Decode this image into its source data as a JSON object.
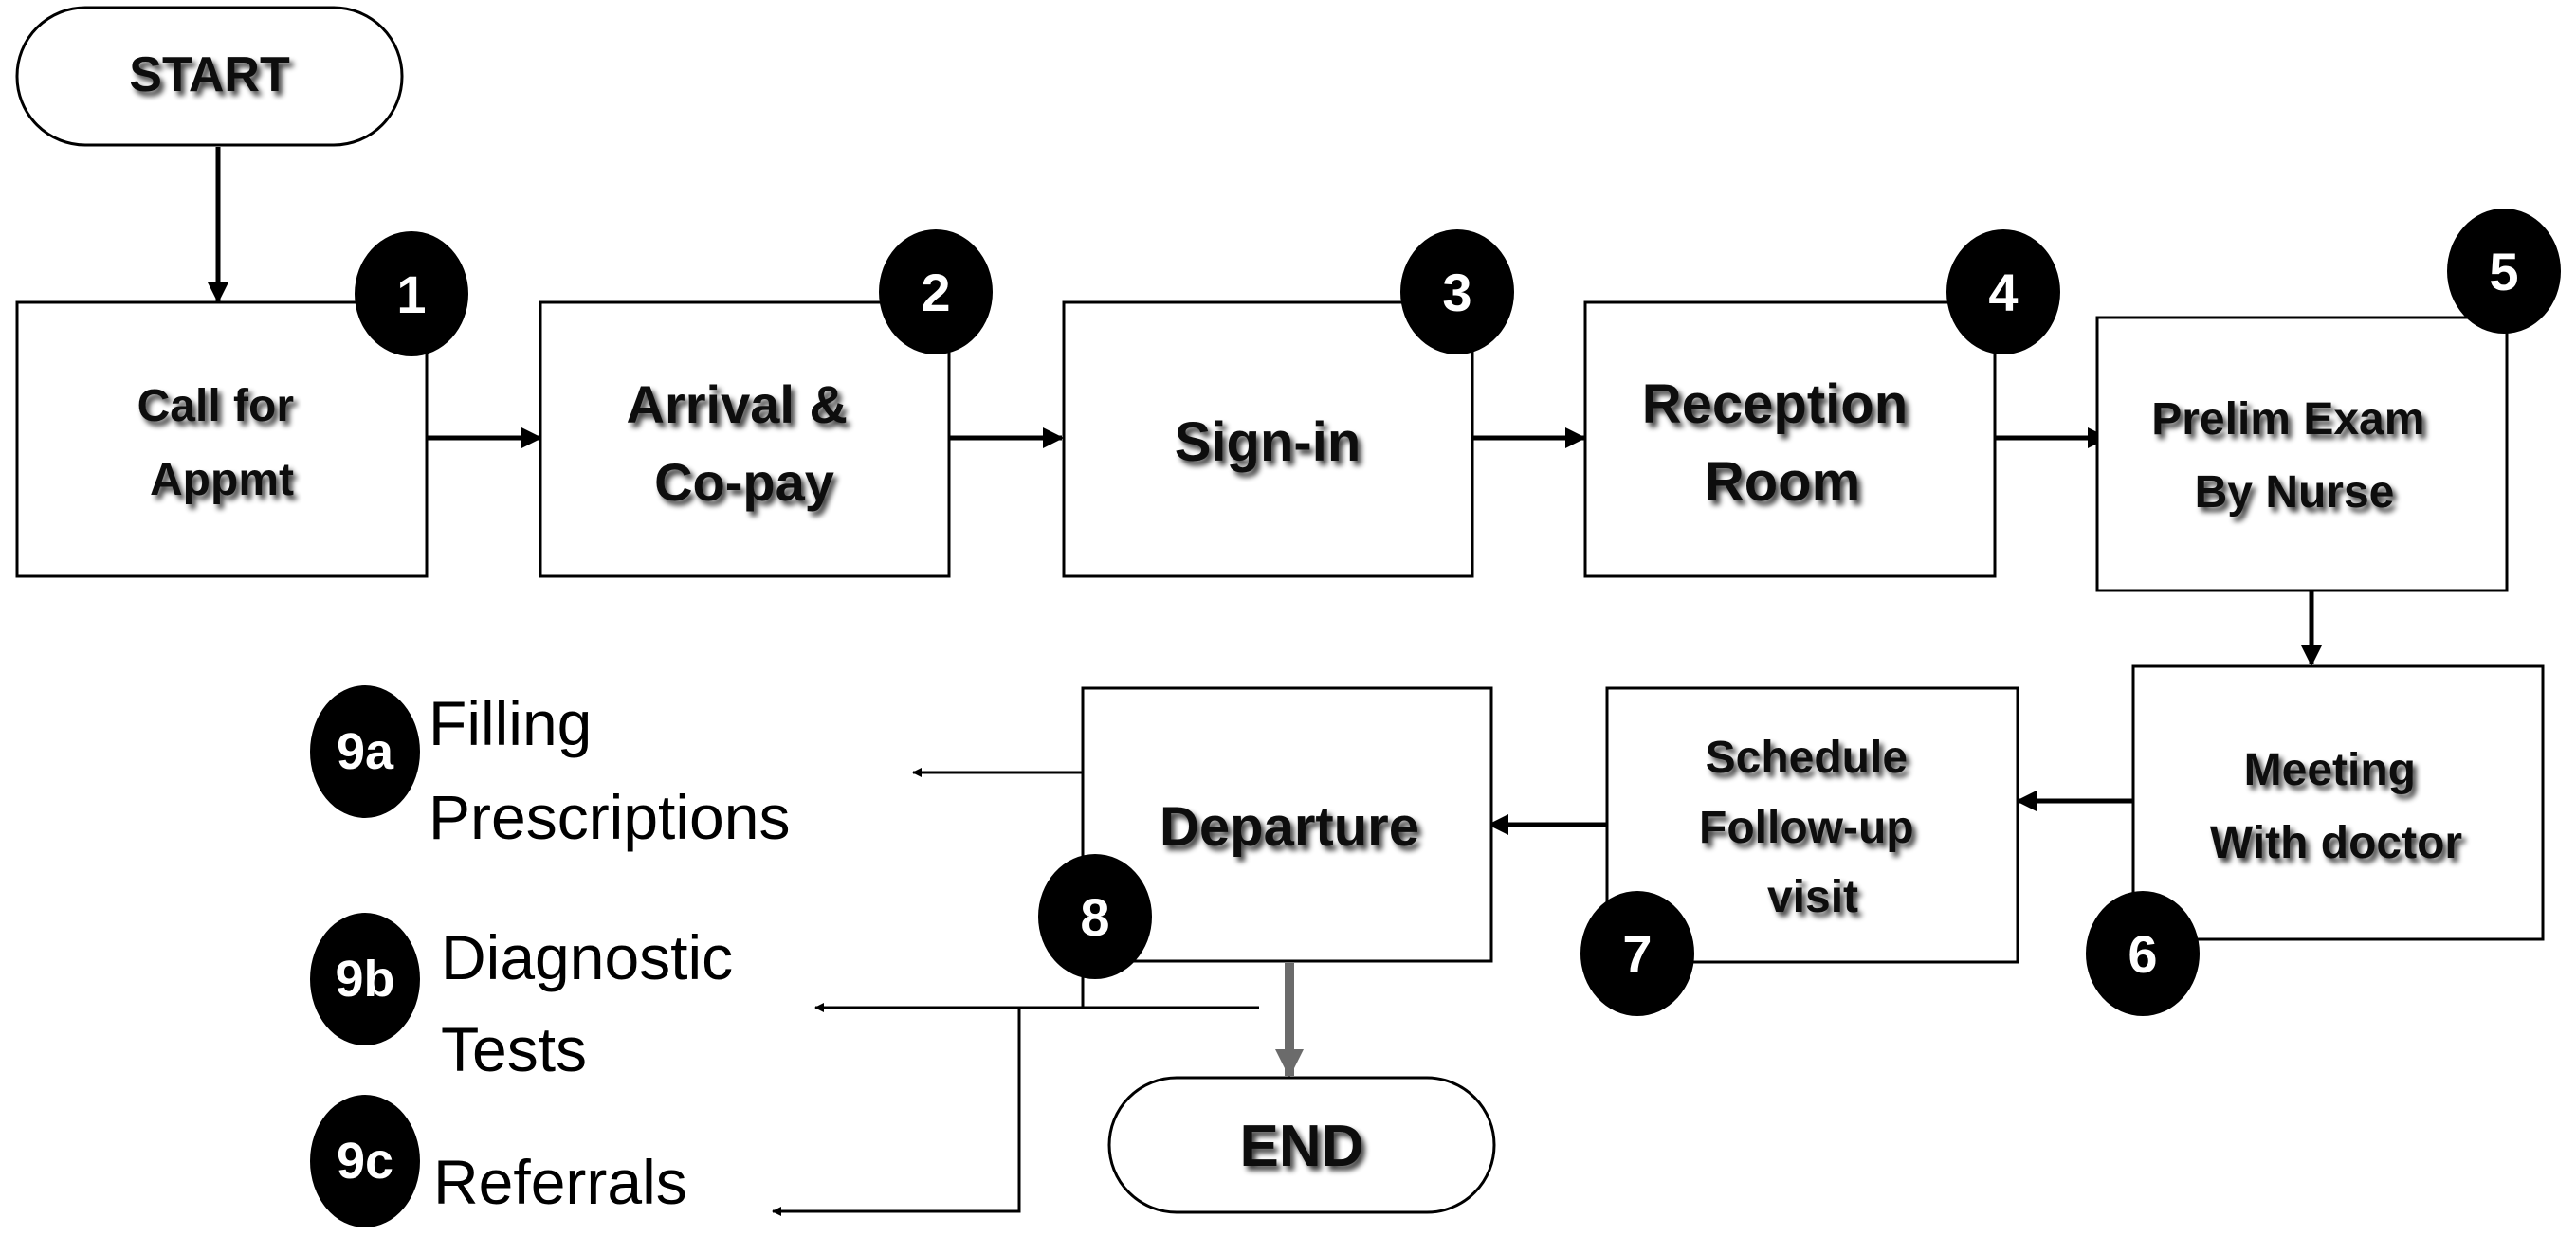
{
  "terminals": {
    "start": "START",
    "end": "END"
  },
  "steps": [
    {
      "badge": "1",
      "lines": [
        "Call for",
        "Appmt"
      ]
    },
    {
      "badge": "2",
      "lines": [
        "Arrival &",
        "Co-pay"
      ]
    },
    {
      "badge": "3",
      "lines": [
        "Sign-in"
      ]
    },
    {
      "badge": "4",
      "lines": [
        "Reception",
        "Room"
      ]
    },
    {
      "badge": "5",
      "lines": [
        "Prelim Exam",
        "By Nurse"
      ]
    },
    {
      "badge": "6",
      "lines": [
        "Meeting",
        "With doctor"
      ]
    },
    {
      "badge": "7",
      "lines": [
        "Schedule",
        "Follow-up",
        "visit"
      ]
    },
    {
      "badge": "8",
      "lines": [
        "Departure"
      ]
    }
  ],
  "outcomes": [
    {
      "badge": "9a",
      "lines": [
        "Filling",
        "Prescriptions"
      ]
    },
    {
      "badge": "9b",
      "lines": [
        "Diagnostic",
        "Tests"
      ]
    },
    {
      "badge": "9c",
      "lines": [
        "Referrals"
      ]
    }
  ],
  "colors": {
    "box_stroke": "#000000",
    "box_fill": "#ffffff",
    "badge_fill": "#000000",
    "badge_text": "#ffffff",
    "arrow": "#000000",
    "end_arrow": "#6b6b6b",
    "label_shadow": "#7a7a7a"
  }
}
